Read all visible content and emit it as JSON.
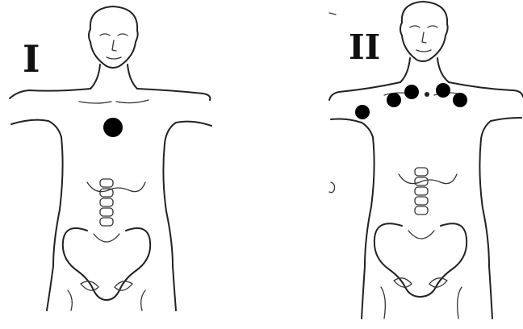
{
  "panels": [
    {
      "label": "I",
      "marker_count": 1
    },
    {
      "label": "II",
      "marker_count": 6
    }
  ],
  "colors": {
    "outline": "#222222",
    "marker": "#000000",
    "background": "#ffffff"
  }
}
